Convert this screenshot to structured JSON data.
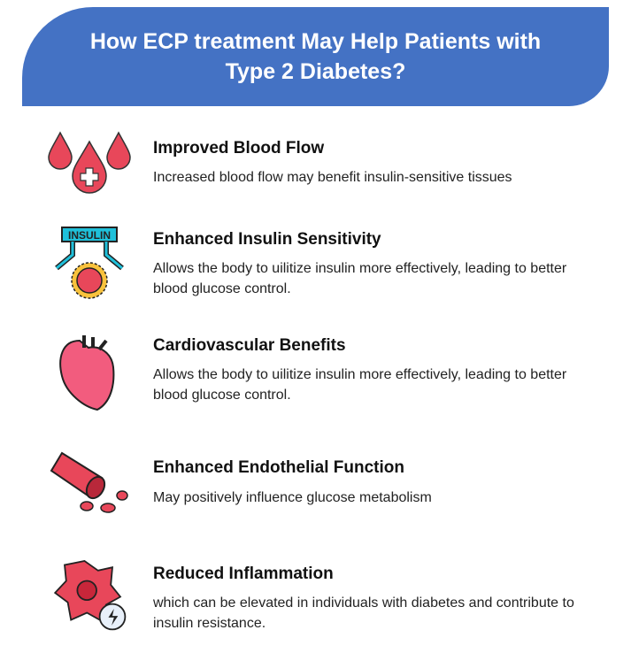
{
  "header": {
    "title": "How ECP treatment May Help Patients with Type 2 Diabetes?"
  },
  "items": [
    {
      "title": "Improved Blood Flow",
      "description": "Increased blood flow may benefit insulin-sensitive tissues",
      "icon": "blood-drops-icon"
    },
    {
      "title": "Enhanced Insulin Sensitivity",
      "description": "Allows the body to uilitize insulin more effectively, leading to better blood glucose control.",
      "icon": "insulin-icon",
      "icon_label": "INSULIN"
    },
    {
      "title": "Cardiovascular Benefits",
      "description": "Allows the body to uilitize insulin more effectively, leading to better blood glucose control.",
      "icon": "heart-icon"
    },
    {
      "title": "Enhanced Endothelial Function",
      "description": "May positively influence glucose metabolism",
      "icon": "blood-vessel-icon"
    },
    {
      "title": "Reduced Inflammation",
      "description": "which can be elevated in individuals with diabetes and contribute to insulin resistance.",
      "icon": "inflamed-cell-icon"
    }
  ],
  "colors": {
    "banner": "#4472C4",
    "red": "#E8475A",
    "cyan": "#1FC0DA"
  }
}
